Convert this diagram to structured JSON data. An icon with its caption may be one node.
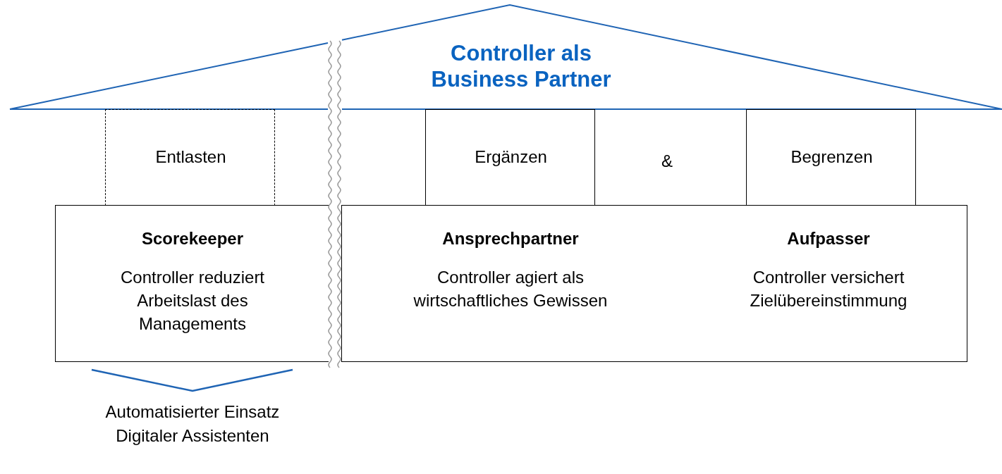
{
  "diagram": {
    "nodes": [
      {
        "text": [
          "Controller als Business Partner"
        ]
      },
      {
        "text": [
          "Entlasten"
        ]
      },
      {
        "text": [
          "Ergänzen"
        ]
      },
      {
        "text": [
          "Begrenzen"
        ]
      },
      {
        "text": [
          "Scorekeeper",
          "Controller reduziert Arbeitslast des Managements"
        ]
      },
      {
        "text": [
          "Ansprechpartner",
          "Controller agiert als wirtschaftliches Gewissen",
          "Aufpasser",
          "Controller versichert Zielübereinstimmung"
        ]
      }
    ],
    "edges": [],
    "labels": [
      "&",
      "Automatisierter Einsatz Digitaler Assistenten"
    ]
  }
}
